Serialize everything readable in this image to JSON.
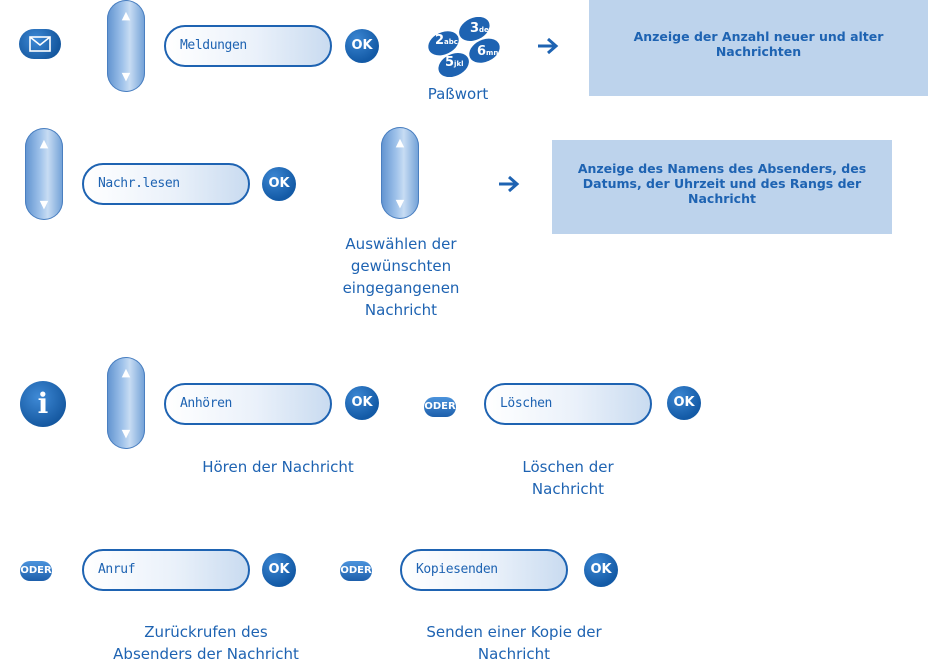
{
  "row1": {
    "pill": "Meldungen",
    "ok": "OK",
    "keys": [
      {
        "n": "2",
        "l": "abc"
      },
      {
        "n": "3",
        "l": "def"
      },
      {
        "n": "5",
        "l": "jkl"
      },
      {
        "n": "6",
        "l": "mno"
      }
    ],
    "caption": "Paßwort",
    "result": "Anzeige der Anzahl neuer und alter Nachrichten"
  },
  "row2": {
    "pill": "Nachr.lesen",
    "ok": "OK",
    "caption_lines": [
      "Auswählen der",
      "gewünschten",
      "eingegangenen",
      "Nachricht"
    ],
    "result": "Anzeige des Namens des Absenders, des Datums, der Uhrzeit und des Rangs der Nachricht"
  },
  "row3": {
    "info_icon": "i",
    "pill_listen": "Anhören",
    "ok": "OK",
    "oder": "ODER",
    "pill_delete": "Löschen",
    "caption_listen": "Hören der Nachricht",
    "caption_delete_lines": [
      "Löschen der",
      "Nachricht"
    ]
  },
  "row4": {
    "oder": "ODER",
    "pill_call": "Anruf",
    "ok": "OK",
    "pill_copy": "Kopiesenden",
    "caption_call_lines": [
      "Zurückrufen des",
      "Absenders der Nachricht"
    ],
    "caption_copy_lines": [
      "Senden einer Kopie der",
      "Nachricht"
    ]
  },
  "icons": {
    "nav_up": "▲",
    "nav_down": "▼"
  },
  "colors": {
    "primary": "#1e63b2",
    "result_box": "#bdd3ec"
  }
}
